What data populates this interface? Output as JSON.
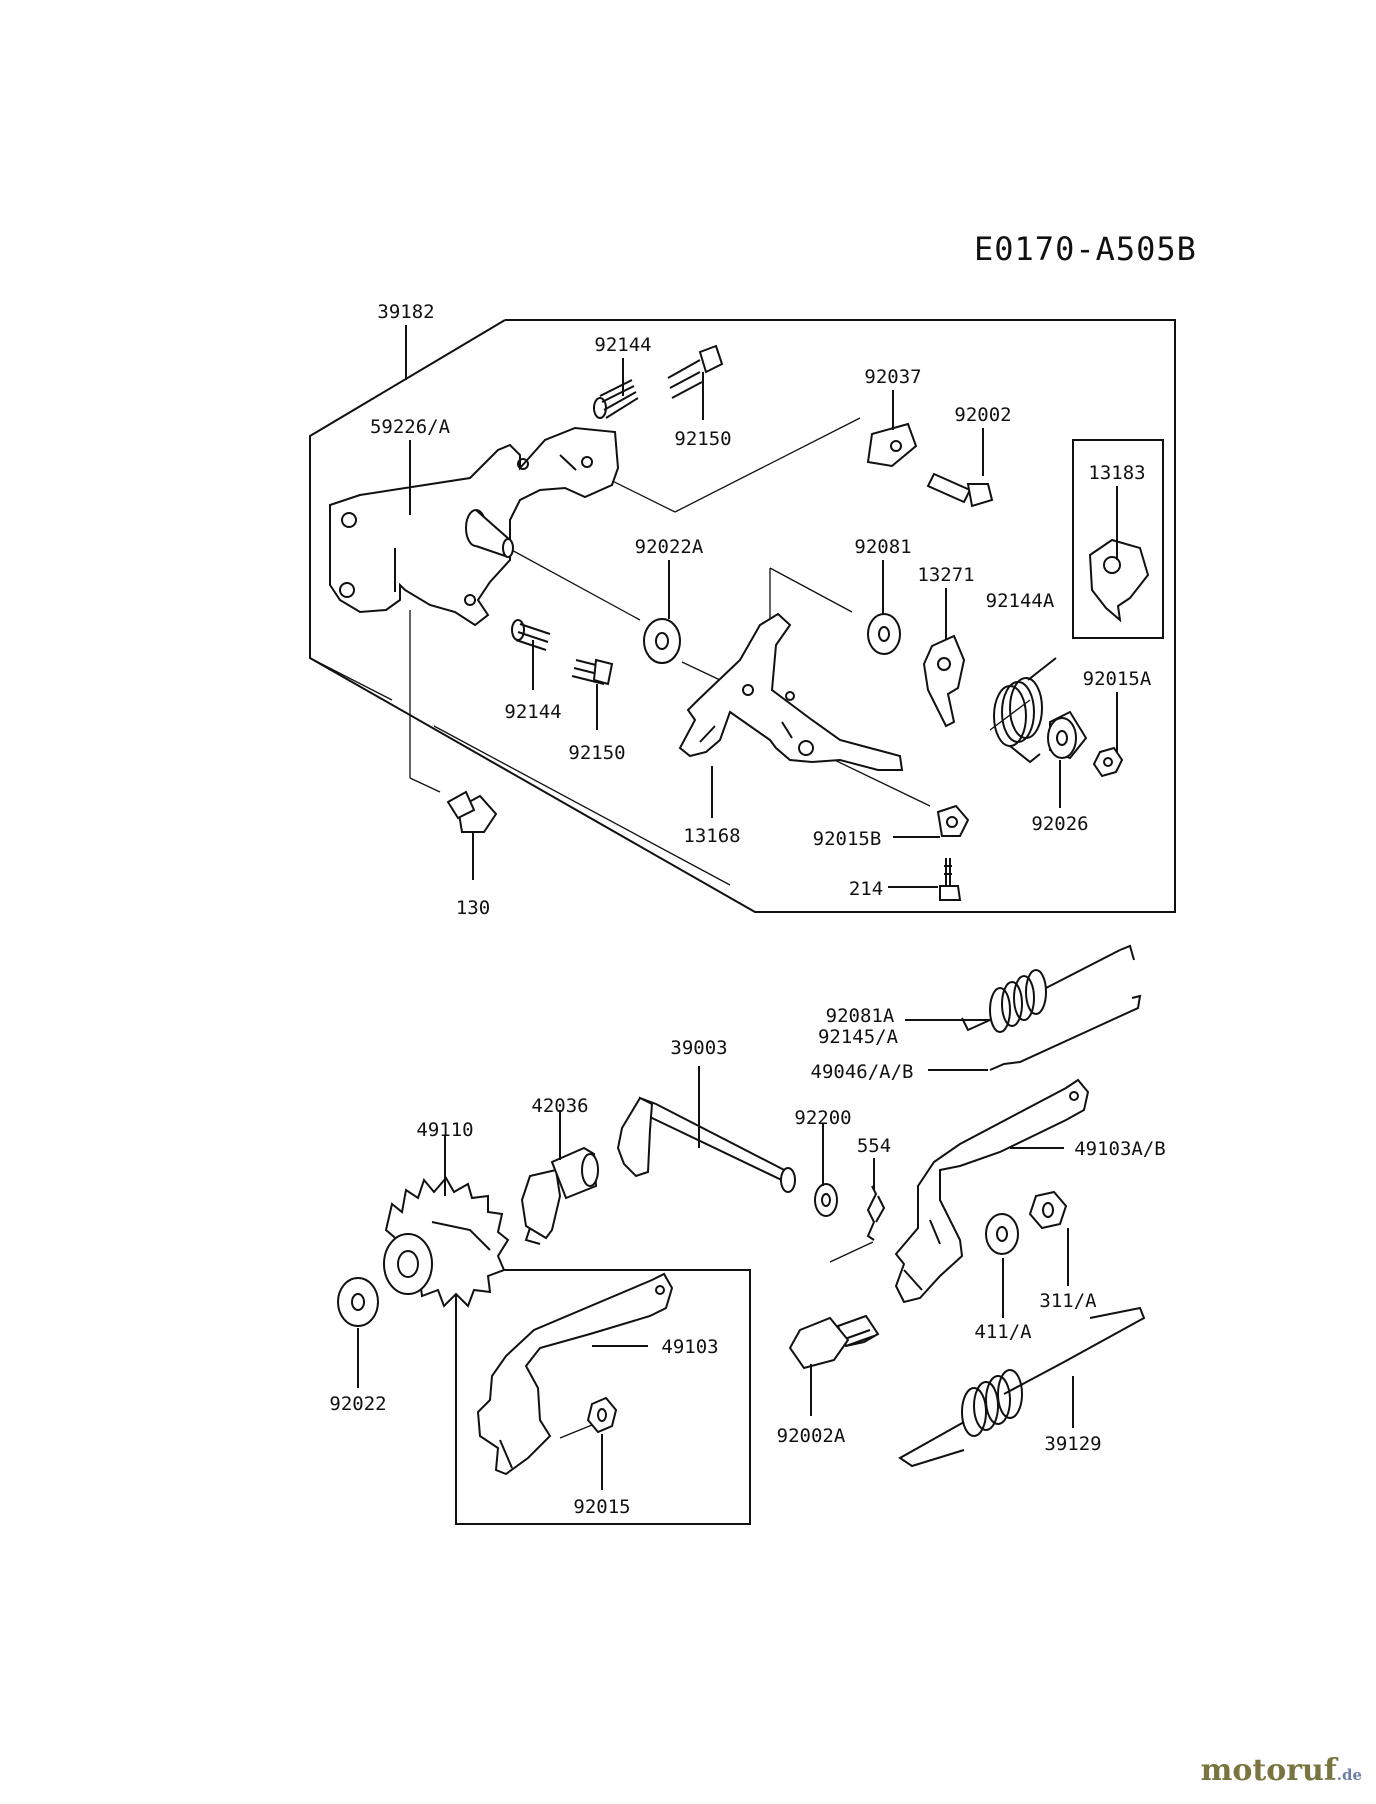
{
  "diagram_code": "E0170-A505B",
  "watermark": {
    "main": "motoruf",
    "tld": ".de"
  },
  "part_labels": {
    "p39182": "39182",
    "p92144_top": "92144",
    "p92150_top": "92150",
    "p59226": "59226/A",
    "p92037": "92037",
    "p92002": "92002",
    "p13183": "13183",
    "p92022A": "92022A",
    "p92081": "92081",
    "p13271": "13271",
    "p92144A": "92144A",
    "p92015A": "92015A",
    "p92144_bot": "92144",
    "p92150_bot": "92150",
    "p13168": "13168",
    "p92015B": "92015B",
    "p92026": "92026",
    "p214": "214",
    "p130": "130",
    "p92081A": "92081A",
    "p92145": "92145/A",
    "p49046": "49046/A/B",
    "p39003": "39003",
    "p42036": "42036",
    "p49110": "49110",
    "p92200": "92200",
    "p554": "554",
    "p49103AB": "49103A/B",
    "p49103": "49103",
    "p311": "311/A",
    "p411": "411/A",
    "p92022": "92022",
    "p92002A": "92002A",
    "p39129": "39129",
    "p92015": "92015"
  }
}
